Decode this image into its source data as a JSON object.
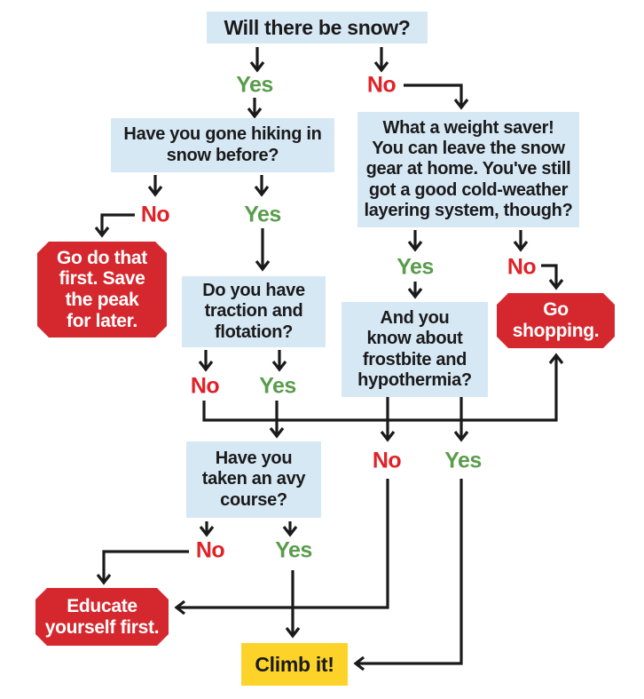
{
  "labels": {
    "yes": "Yes",
    "no": "No"
  },
  "nodes": {
    "snow": {
      "text": "Will there be snow?"
    },
    "hiking": {
      "text": "Have you gone hiking in\nsnow before?"
    },
    "weight": {
      "text": "What a weight saver!\nYou can leave the snow\ngear at home. You've still\ngot a good cold-weather\nlayering system, though?"
    },
    "traction": {
      "text": "Do you have\ntraction and\nflotation?"
    },
    "frostbite": {
      "text": "And you\nknow about\nfrostbite and\nhypothermia?"
    },
    "avy": {
      "text": "Have you\ntaken an avy\ncourse?"
    },
    "go_do_that": {
      "text": "Go do that\nfirst. Save\nthe peak\nfor later."
    },
    "go_shopping": {
      "text": "Go\nshopping."
    },
    "educate": {
      "text": "Educate\nyourself first."
    },
    "climb": {
      "text": "Climb it!"
    }
  },
  "edges": [
    {
      "from": "snow",
      "label": "Yes",
      "to": "hiking"
    },
    {
      "from": "snow",
      "label": "No",
      "to": "weight"
    },
    {
      "from": "hiking",
      "label": "No",
      "to": "go_do_that"
    },
    {
      "from": "hiking",
      "label": "Yes",
      "to": "traction"
    },
    {
      "from": "traction",
      "label": "No",
      "to": "go_shopping"
    },
    {
      "from": "traction",
      "label": "Yes",
      "to": "avy"
    },
    {
      "from": "weight",
      "label": "Yes",
      "to": "frostbite"
    },
    {
      "from": "weight",
      "label": "No",
      "to": "go_shopping"
    },
    {
      "from": "frostbite",
      "label": "No",
      "to": "educate"
    },
    {
      "from": "frostbite",
      "label": "Yes",
      "to": "climb"
    },
    {
      "from": "avy",
      "label": "No",
      "to": "educate"
    },
    {
      "from": "avy",
      "label": "Yes",
      "to": "climb"
    }
  ],
  "colors": {
    "question_bg": "#d7e8f5",
    "action_bg": "#d4282e",
    "climb_bg": "#fdd32a",
    "label_yes": "#599d4b",
    "label_no": "#e02228",
    "line": "#1a1a1a",
    "text_dark": "#1a1a1a",
    "text_light": "#ffffff"
  }
}
